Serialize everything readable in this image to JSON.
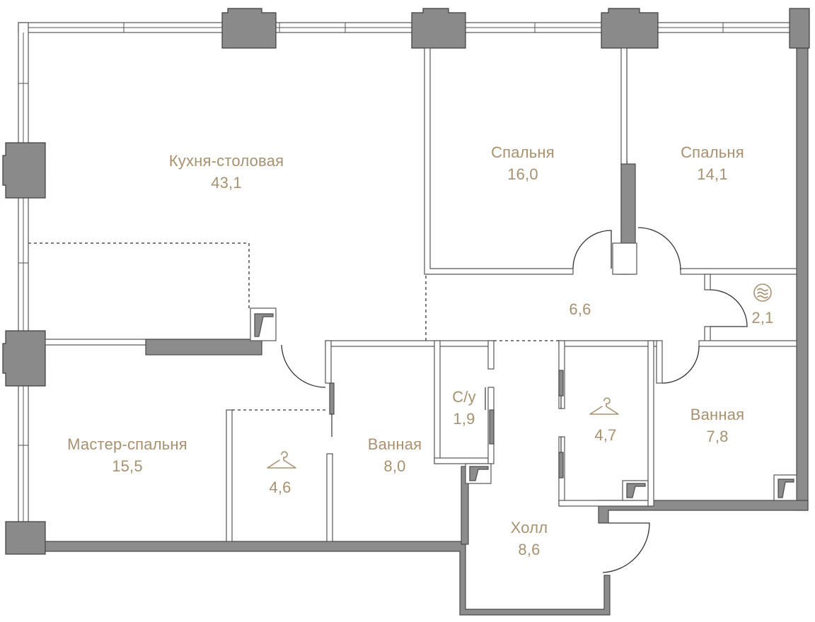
{
  "colors": {
    "wall": "#8c8c8c",
    "outline": "#4a4a4a",
    "label": "#a89171",
    "background": "#ffffff"
  },
  "rooms": [
    {
      "id": "kitchen",
      "name": "Кухня-столовая",
      "area": "43,1"
    },
    {
      "id": "bedroom-1",
      "name": "Спальня",
      "area": "16,0"
    },
    {
      "id": "bedroom-2",
      "name": "Спальня",
      "area": "14,1"
    },
    {
      "id": "corridor",
      "name": "",
      "area": "6,6"
    },
    {
      "id": "laundry",
      "name": "",
      "area": "2,1",
      "icon": "laundry-icon"
    },
    {
      "id": "master-bedroom",
      "name": "Мастер-спальня",
      "area": "15,5"
    },
    {
      "id": "wardrobe-1",
      "name": "",
      "area": "4,6",
      "icon": "hanger-icon"
    },
    {
      "id": "bathroom-1",
      "name": "Ванная",
      "area": "8,0"
    },
    {
      "id": "toilet",
      "name": "С/у",
      "area": "1,9"
    },
    {
      "id": "wardrobe-2",
      "name": "",
      "area": "4,7",
      "icon": "hanger-icon"
    },
    {
      "id": "bathroom-2",
      "name": "Ванная",
      "area": "7,8"
    },
    {
      "id": "hall",
      "name": "Холл",
      "area": "8,6"
    }
  ]
}
